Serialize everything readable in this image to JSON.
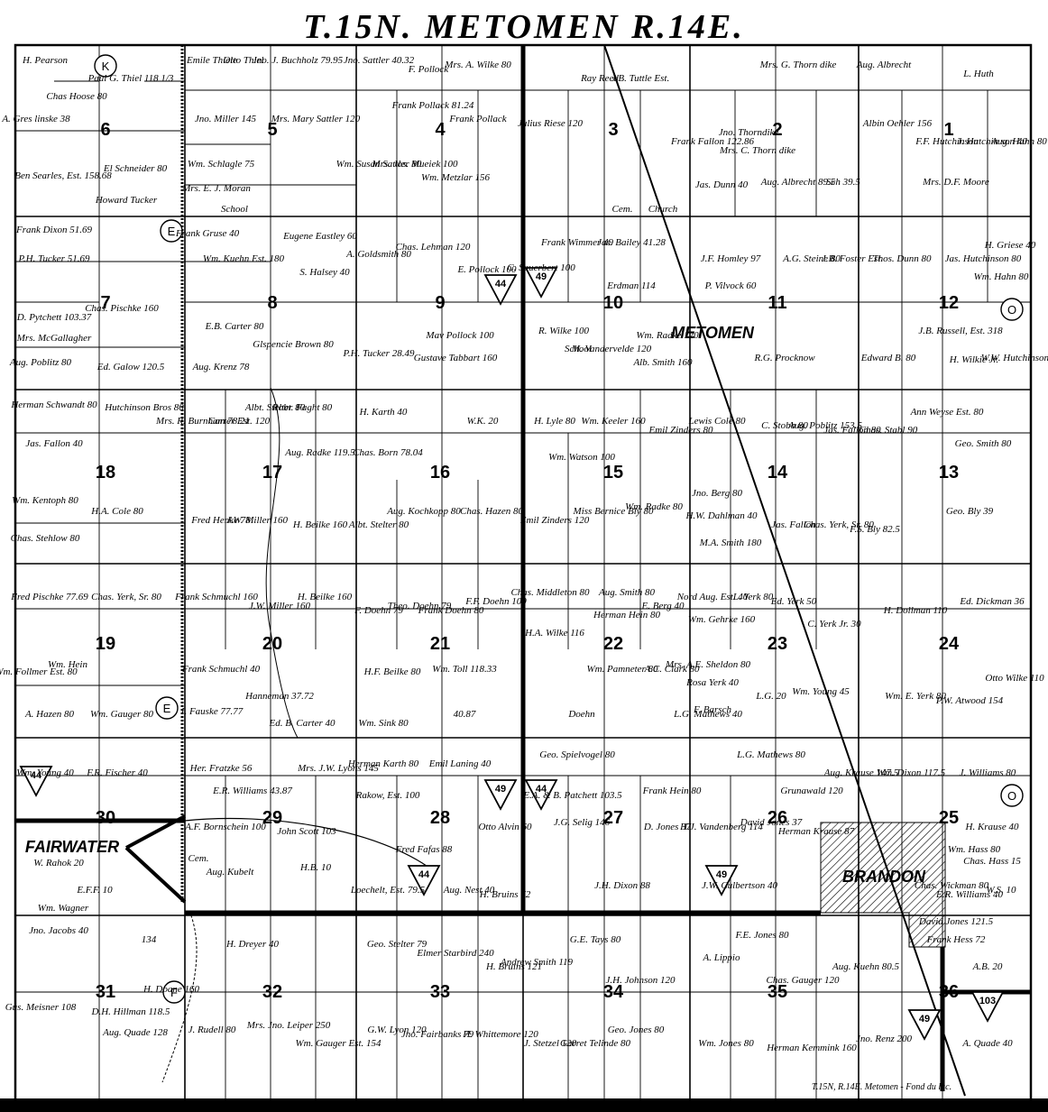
{
  "title": "T.15N. METOMEN R.14E.",
  "footer": "T.15N, R.14E. Metomen - Fond du lac.",
  "sections": [
    "6",
    "5",
    "4",
    "3",
    "2",
    "1",
    "7",
    "8",
    "9",
    "10",
    "11",
    "12",
    "18",
    "17",
    "16",
    "15",
    "14",
    "13",
    "19",
    "20",
    "21",
    "22",
    "23",
    "24",
    "30",
    "29",
    "28",
    "27",
    "26",
    "25",
    "31",
    "32",
    "33",
    "34",
    "35",
    "36"
  ],
  "towns": {
    "metomen": "METOMEN",
    "fairwater": "FAIRWATER",
    "brandon": "BRANDON"
  },
  "route_shields": [
    "44",
    "49",
    "44",
    "49",
    "49",
    "44",
    "44",
    "49",
    "103",
    "49"
  ],
  "letter_circles": [
    "K",
    "E",
    "E",
    "F",
    "O",
    "O"
  ],
  "labels": [
    "H. Pearson",
    "Chas Hoose 80",
    "Paul G. Thiel 118 1/3",
    "Emile Thiele",
    "Otto Thiel",
    "Jno. J. Buchholz 79.95",
    "Jno. Sattler 40.32",
    "F. Pollock",
    "Mrs. A. Wilke 80",
    "J.B. Tuttle Est.",
    "Ray Reed",
    "Mrs. G. Thorn dike",
    "Aug. Albrecht",
    "L. Huth",
    "A. Gres linske 38",
    "Jno. Miller 145",
    "Mrs. Mary Sattler 120",
    "Frank Pollack 81.24",
    "Frank Pollack",
    "Julius Riese 120",
    "Jno. Thorndike",
    "Frank Fallon 122.86",
    "Mrs. C. Thorn dike",
    "Albin Oehler 156",
    "F.F. Hutchinson",
    "J. Hutchin son 40",
    "Aug. Hahn 80",
    "Ben Searles, Est. 158.68",
    "El Schneider 80",
    "Wm. Schlagle 75",
    "Wm. Susan Sattler 80",
    "Mrs. Jos. Mueiek 100",
    "Wm. Metzlar 156",
    "Jas. Dunn 40",
    "Aug. Albrecht 89.5",
    "Sch 39.5",
    "Mrs. D.F. Moore",
    "Howard Tucker",
    "Mrs. E. J. Moran",
    "School",
    "Cem.",
    "Church",
    "Frank Dixon 51.69",
    "Frank Gruse 40",
    "Eugene Eastley 60",
    "A. Goldsmith 80",
    "Chas. Lehman 120",
    "Frank Wimmer 49",
    "Jas. Bailey 41.28",
    "J.F. Homley 97",
    "A.G. Steine 80",
    "J.B. Foster Est.",
    "Thos. Dunn 80",
    "Jas. Hutchinson 80",
    "H. Griese 40",
    "P.H. Tucker 51.69",
    "Wm. Kuehn Est. 180",
    "S. Halsey 40",
    "E. Pollock 100",
    "C. Sauerbert 100",
    "Erdman 114",
    "P. Vilvock 60",
    "Wm. Hahn 80",
    "Chas. Pischke 160",
    "D. Pytchett 103.37",
    "E.B. Carter 80",
    "Mav Pollock 100",
    "R. Wilke 100",
    "Wm. Radke 120",
    "R.G. Procknow",
    "J.B. Russell, Est. 318",
    "W.W. Hutchinson 120",
    "Mrs. McGallagher",
    "Glspencie Brown 80",
    "P.H. Tucker 28.49",
    "Gustave Tabbart 160",
    "Alb. Smith 160",
    "H. Wilkie Jr.",
    "Aug. Poblitz 80",
    "Ed. Galow 120.5",
    "Aug. Krenz 78",
    "Edward B. 80",
    "Herman Schwandt 80",
    "Hutchinson Bros 80",
    "Mrs. R. Burnham 78.21",
    "Carter Est. 120",
    "Albt. Stelter 80",
    "Robt. Faght 80",
    "H. Karth 40",
    "W.K. 20",
    "H. Lyle 80",
    "Wm. Keeler 160",
    "Emil Zinders 80",
    "Lewis Cole 80",
    "C. Stobb 80",
    "Aug. Poblitz 153.5",
    "Jas. Fallon 80",
    "Chas. Stabl 90",
    "Ann Weyse Est. 80",
    "Geo. Smith 80",
    "Jas. Fallon 40",
    "Aug. Radke 119.5",
    "Chas. Born 78.04",
    "Wm. Watson 100",
    "Wm. Kentoph 80",
    "H.A. Cole 80",
    "Fred Henke 78",
    "J.W. Miller 160",
    "H. Beilke 160",
    "Albt. Stelter 80",
    "Aug. Kochkopp 80",
    "Chas. Hazen 80",
    "Emil Zinders 120",
    "Miss Bernice Bly 80",
    "Wm. Radke 80",
    "Jno. Berg 80",
    "H.W. Dahlman 40",
    "Jas. Fallon",
    "Chas. Yerk, Sr. 80",
    "F.S. Bly 82.5",
    "Geo. Bly 39",
    "Chas. Stehlow 80",
    "M.A. Smith 180",
    "Fred Pischke 77.69",
    "Chas. Yerk, Sr. 80",
    "Frank Schmuchl 160",
    "J.W. Miller 160",
    "H. Beilke 160",
    "F. Doehn 79",
    "Theo. Doehn 79",
    "Frank Doehn 80",
    "F.F. Doehn 100",
    "Chas. Middleton 80",
    "Aug. Smith 80",
    "Herman Hein 80",
    "E. Berg 40",
    "Nord Aug. Est. 40",
    "L. Yerk 80",
    "Ed. Yerk 50",
    "C. Yerk Jr. 30",
    "H. Dollman 110",
    "Ed. Dickman 36",
    "H.A. Wilke 116",
    "Wm. Gehrke 160",
    "Wm. Hein",
    "Wm. Follmer Est. 80",
    "Frank Schmuchl 40",
    "Hanneman 37.72",
    "H.F. Beilke 80",
    "Wm. Toll 118.33",
    "Wm. Pamneter 80",
    "A.C. Clark 80",
    "Mrs. A.E. Sheldon 80",
    "Rosa Yerk 40",
    "F. Barsch",
    "L.G. 20",
    "Wm. Young 45",
    "Wm. E. Yerk 80",
    "P.W. Atwood 154",
    "Otto Wilke 110",
    "A. Hazen 80",
    "Wm. Gauger 80",
    "I. Fauske 77.77",
    "Ed. B. Carter 40",
    "Wm. Sink 80",
    "40.87",
    "Doehn",
    "L.G. Mathews 40",
    "Wm. Young 40",
    "F.R. Fischer 40",
    "Her. Fratzke 56",
    "Mrs. J.W. Lyons 145",
    "Herman Karth 80",
    "Emil Laning 40",
    "Geo. Spielvogel 80",
    "L.G. Mathews 80",
    "Aug. Krause 147.5",
    "Wm. Dixon 117.5",
    "J. Williams 80",
    "E.R. Williams 43.87",
    "Rakow, Est. 100",
    "E.A. & B. Patchett 103.5",
    "Frank Hein 80",
    "Grunawald 120",
    "H. Krause 40",
    "A.F. Bornschein 100",
    "John Scott 103",
    "Fred Fafas 88",
    "Otto Alvin 60",
    "J.G. Selig 146",
    "D. Jones 37",
    "H.J. Vandenberg 114",
    "David Jones 37",
    "Herman Krause 87",
    "Wm. Hass 80",
    "Chas. Hass 15",
    "W. Rahok 20",
    "Cem.",
    "Aug. Kubelt",
    "H.B. 10",
    "Loechelt, Est. 79.5",
    "Aug. Nest 40",
    "H. Bruins 72",
    "J.H. Dixon 88",
    "J.W. Culbertson 40",
    "Chas. Wickman 80",
    "E.R. Williams 40",
    "W.S. 10",
    "E.F.F. 10",
    "Wm. Wagner",
    "Jno. Jacobs 40",
    "134",
    "H. Dreyer 40",
    "Geo. Stelter 79",
    "Elmer Starbird 240",
    "H. Bruins 121",
    "Andrew Smith 119",
    "G.E. Tays 80",
    "F.E. Jones 80",
    "David Jones 121.5",
    "Frank Hess 72",
    "A.B. 20",
    "A. Lippio",
    "Chas. Gauger 120",
    "Aug. Kuehn 80.5",
    "J.H. Johnson 120",
    "Gus. Meisner 108",
    "D.H. Hillman 118.5",
    "J. Rudell 80",
    "Mrs. Jno. Leiper 250",
    "H. Doane 160",
    "G.W. Lyon 120",
    "Jno. Fairbanks 79",
    "H. Whittemore 120",
    "J. Stetzel 120",
    "Garret Telinde 80",
    "Geo. Jones 80",
    "Wm. Jones 80",
    "Herman Kemmink 160",
    "Jno. Renz 200",
    "A. Quade 40",
    "Aug. Quade 128",
    "Wm. Gauger Est. 154",
    "School",
    "M. Vandervelde 120"
  ]
}
